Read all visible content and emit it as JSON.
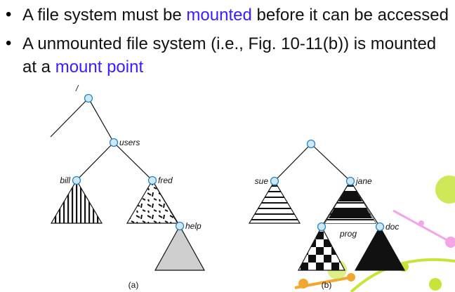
{
  "bullets": [
    {
      "before": "A file system must be ",
      "highlight": "mounted",
      "after": " before it can be accessed"
    },
    {
      "line1": "A unmounted file system (i.e., Fig. 10-11(b)) is mounted",
      "line2_before": "at a ",
      "line2_highlight": "mount point"
    }
  ],
  "bullet_glyph": "•",
  "colors": {
    "highlight": "#3b1dff",
    "accent_green": "#c6e43a",
    "accent_orange": "#f0a830",
    "accent_pink": "#f2a6e6"
  },
  "diagram": {
    "tree_a": {
      "root": "/",
      "users": "users",
      "bill": "bill",
      "fred": "fred",
      "help": "help",
      "caption": "(a)"
    },
    "tree_b": {
      "sue": "sue",
      "jane": "jane",
      "prog": "prog",
      "doc": "doc",
      "caption": "(b)"
    }
  }
}
